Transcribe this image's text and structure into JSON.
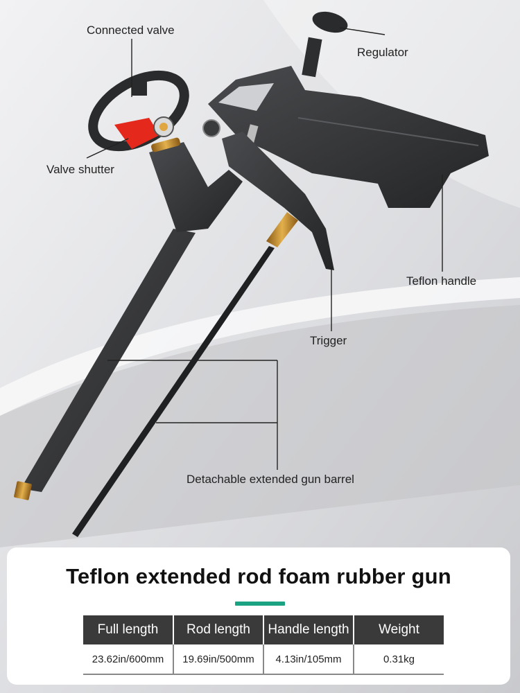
{
  "callouts": {
    "connected_valve": "Connected valve",
    "regulator": "Regulator",
    "valve_shutter": "Valve shutter",
    "teflon_handle": "Teflon handle",
    "trigger": "Trigger",
    "barrel": "Detachable extended gun barrel"
  },
  "product": {
    "title": "Teflon extended rod foam rubber gun",
    "accent_color": "#1aa282"
  },
  "specs": {
    "headers": [
      "Full length",
      "Rod length",
      "Handle length",
      "Weight"
    ],
    "values": [
      "23.62in/600mm",
      "19.69in/500mm",
      "4.13in/105mm",
      "0.31kg"
    ]
  },
  "illustration": {
    "icons": [
      "foam-gun-image",
      "gun-barrel-image",
      "valve-image",
      "regulator-knob-image",
      "handle-image",
      "trigger-image",
      "nozzle-image"
    ]
  }
}
